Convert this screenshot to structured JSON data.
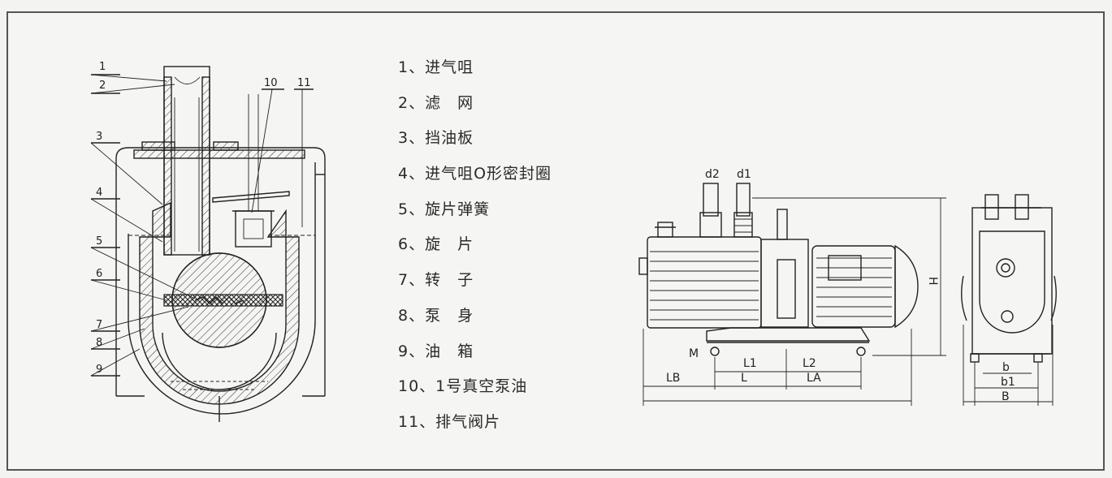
{
  "callouts": [
    "1",
    "2",
    "3",
    "4",
    "5",
    "6",
    "7",
    "8",
    "9",
    "10",
    "11"
  ],
  "legend": [
    "1、进气咀",
    "2、滤　网",
    "3、挡油板",
    "4、进气咀O形密封圈",
    "5、旋片弹簧",
    "6、旋　片",
    "7、转　子",
    "8、泵　身",
    "9、油　箱",
    "10、1号真空泵油",
    "11、排气阀片"
  ],
  "dimensions": {
    "d2": "d2",
    "d1": "d1",
    "H": "H",
    "M": "M",
    "L1": "L1",
    "L2": "L2",
    "LB": "LB",
    "L": "L",
    "LA": "LA",
    "b": "b",
    "b1": "b1",
    "B": "B"
  }
}
